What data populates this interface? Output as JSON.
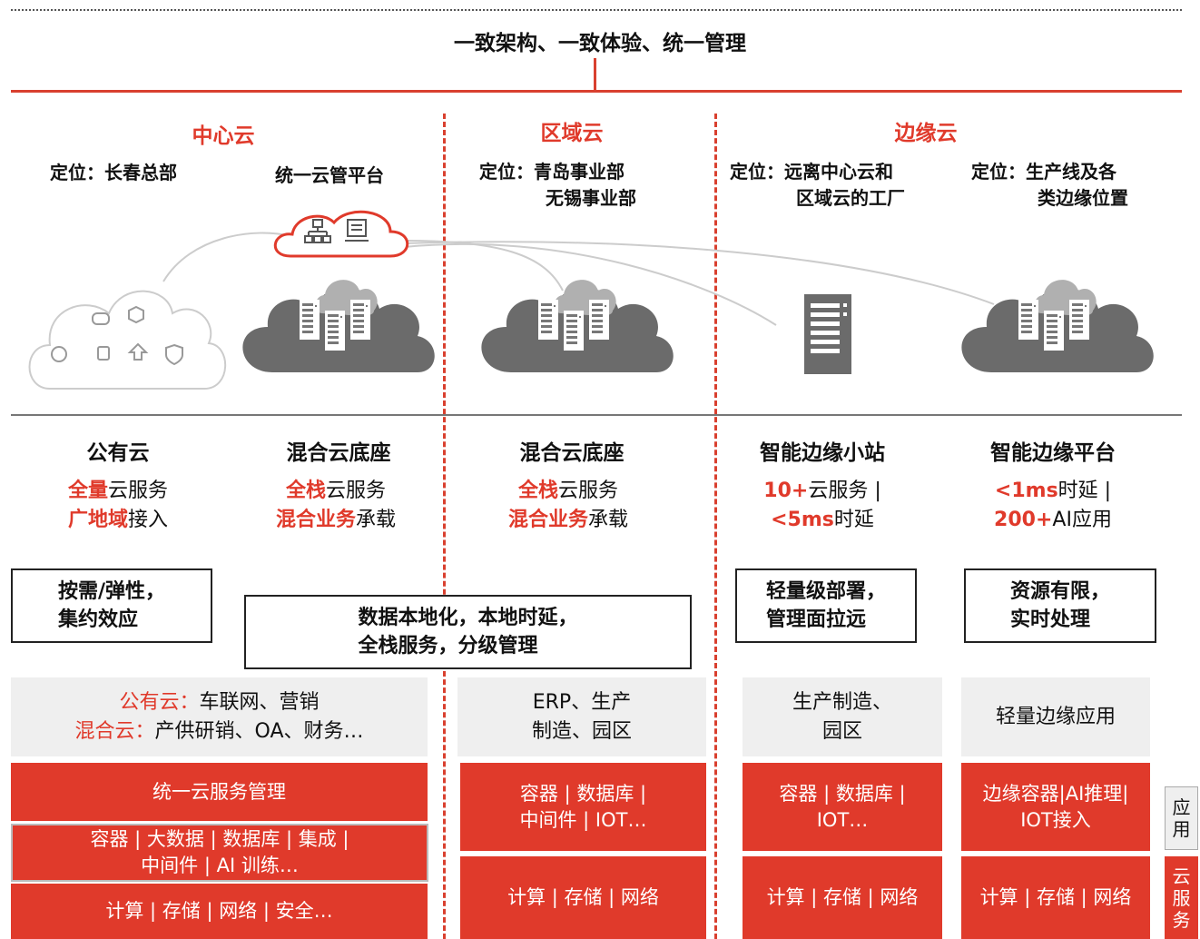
{
  "header": {
    "title": "一致架构、一致体验、统一管理"
  },
  "sections": {
    "center": "中心云",
    "region": "区域云",
    "edge": "边缘云"
  },
  "positions": {
    "p1": "定位：长春总部",
    "p2": "统一云管平台",
    "p3a": "定位：青岛事业部",
    "p3b": "无锡事业部",
    "p4a": "定位：远离中心云和",
    "p4b": "区域云的工厂",
    "p5a": "定位：生产线及各",
    "p5b": "类边缘位置"
  },
  "columns": [
    {
      "title": "公有云",
      "l1_hl": "全量",
      "l1_rest": "云服务",
      "l2_hl": "广地域",
      "l2_rest": "接入"
    },
    {
      "title": "混合云底座",
      "l1_hl": "全栈",
      "l1_rest": "云服务",
      "l2_hl": "混合业务",
      "l2_rest": "承载"
    },
    {
      "title": "混合云底座",
      "l1_hl": "全栈",
      "l1_rest": "云服务",
      "l2_hl": "混合业务",
      "l2_rest": "承载"
    },
    {
      "title": "智能边缘小站",
      "l1_hl": "10+",
      "l1_rest": "云服务 |",
      "l2_hl": "<5ms",
      "l2_rest": "时延"
    },
    {
      "title": "智能边缘平台",
      "l1_hl": "<1ms",
      "l1_rest": "时延 |",
      "l2_hl": "200+",
      "l2_rest": "AI应用"
    }
  ],
  "boxes": {
    "b1a": "按需/弹性，",
    "b1b": "集约效应",
    "b2a": "数据本地化，本地时延，",
    "b2b": "全栈服务，分级管理",
    "b3a": "轻量级部署，",
    "b3b": "管理面拉远",
    "b4a": "资源有限，",
    "b4b": "实时处理"
  },
  "apps": {
    "a1_k1": "公有云：",
    "a1_v1": "车联网、营销",
    "a1_k2": "混合云：",
    "a1_v2": "产供研销、OA、财务…",
    "a2a": "ERP、生产",
    "a2b": "制造、园区",
    "a3a": "生产制造、",
    "a3b": "园区",
    "a4": "轻量边缘应用"
  },
  "services": {
    "s1": "统一云服务管理",
    "s2a": "容器 | 大数据 | 数据库 | 集成 |",
    "s2b": "中间件 | AI 训练…",
    "s3": "计算 | 存储 | 网络 | 安全…",
    "s4a": "容器 | 数据库 |",
    "s4b": "中间件 | IOT…",
    "s5": "计算 | 存储 | 网络",
    "s6a": "容器 | 数据库 |",
    "s6b": "IOT…",
    "s7": "计算 | 存储 | 网络",
    "s8a": "边缘容器|AI推理|",
    "s8b": "IOT接入",
    "s9": "计算 | 存储 | 网络"
  },
  "legend": {
    "app": "应用",
    "cloud": "云服务"
  }
}
